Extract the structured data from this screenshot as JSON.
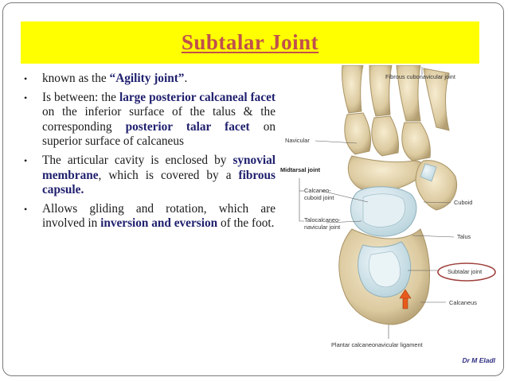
{
  "slide": {
    "title": "Subtalar Joint",
    "author": "Dr M Eladl"
  },
  "bullets": [
    {
      "segments": [
        {
          "t": "known as the ",
          "b": false
        },
        {
          "t": "“Agility joint”",
          "b": true
        },
        {
          "t": ".",
          "b": false
        }
      ]
    },
    {
      "segments": [
        {
          "t": "Is between: the ",
          "b": false
        },
        {
          "t": "large posterior calcaneal facet",
          "b": true
        },
        {
          "t": " on the inferior surface of the talus & the corresponding ",
          "b": false
        },
        {
          "t": "posterior talar facet",
          "b": true
        },
        {
          "t": " on superior surface of calcaneus",
          "b": false
        }
      ]
    },
    {
      "segments": [
        {
          "t": "The articular cavity is enclosed by ",
          "b": false
        },
        {
          "t": "synovial membrane",
          "b": true
        },
        {
          "t": ", which is covered by a ",
          "b": false
        },
        {
          "t": "fibrous capsule.",
          "b": true
        }
      ]
    },
    {
      "segments": [
        {
          "t": "Allows gliding and rotation, which are involved in ",
          "b": false
        },
        {
          "t": "inversion and eversion",
          "b": true
        },
        {
          "t": " of the foot.",
          "b": false
        }
      ]
    }
  ],
  "figure": {
    "labels": {
      "fibrous_cubonavicular": "Fibrous cubonavicular joint",
      "navicular": "Navicular",
      "midtarsal": "Midtarsal joint",
      "calcaneocuboid": "Calcaneo-\ncuboid joint",
      "talocalcaneonavicular": "Talocalcaneo-\nnavicular joint",
      "cuboid": "Cuboid",
      "talus": "Talus",
      "subtalar": "Subtalar joint",
      "calcaneus": "Calcaneus",
      "plantar_ligament": "Plantar calcaneonavicular ligament"
    },
    "colors": {
      "bone": "#e8d9b0",
      "bone_shadow": "#b9a679",
      "cartilage": "#cfe3ea",
      "highlight_circle": "#a0413c",
      "arrow": "#e85a1c"
    }
  }
}
